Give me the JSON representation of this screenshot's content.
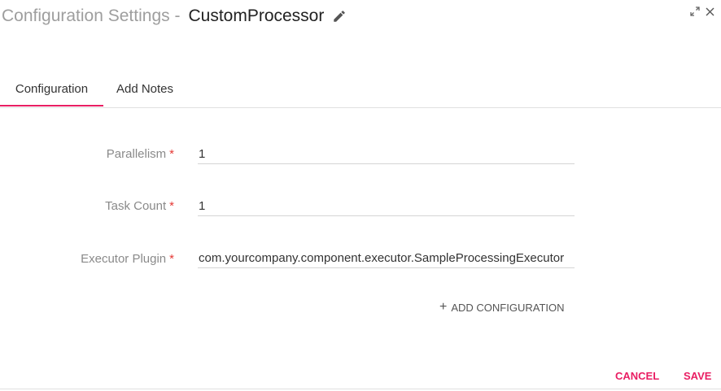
{
  "header": {
    "title_prefix": "Configuration Settings -",
    "title_name": "CustomProcessor",
    "edit_icon": "pencil-icon",
    "expand_icon": "expand-icon",
    "close_icon": "close-icon"
  },
  "tabs": [
    {
      "label": "Configuration",
      "active": true
    },
    {
      "label": "Add Notes",
      "active": false
    }
  ],
  "form": {
    "required_marker": "*",
    "fields": [
      {
        "label": "Parallelism",
        "value": "1"
      },
      {
        "label": "Task Count",
        "value": "1"
      },
      {
        "label": "Executor Plugin",
        "value": "com.yourcompany.component.executor.SampleProcessingExecutor"
      }
    ],
    "add_configuration": {
      "icon": "+",
      "label": "ADD CONFIGURATION"
    }
  },
  "footer": {
    "cancel_label": "CANCEL",
    "save_label": "SAVE"
  },
  "colors": {
    "accent": "#e91e63",
    "required": "#e53935",
    "title_muted": "#9e9e9e"
  }
}
